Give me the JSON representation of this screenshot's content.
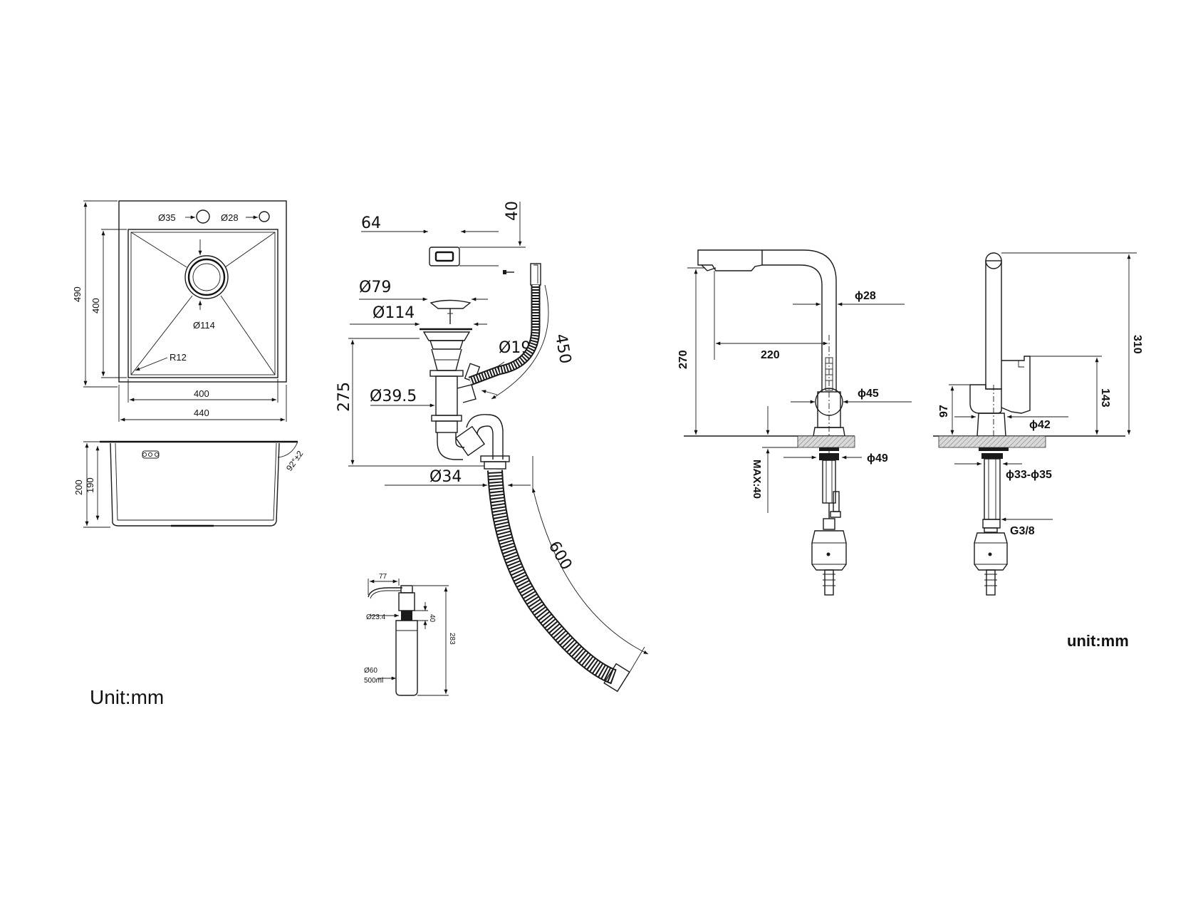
{
  "sink_top": {
    "hole_left": "Ø35",
    "hole_right": "Ø28",
    "drain": "Ø114",
    "radius": "R12",
    "overall_depth": "490",
    "inner_depth": "400",
    "inner_width": "400",
    "overall_width": "440"
  },
  "sink_side": {
    "height_outer": "200",
    "height_inner": "190",
    "angle": "92°±2"
  },
  "drain_kit": {
    "overflow_width": "64",
    "overflow_height": "40",
    "strainer_diameter": "Ø79",
    "basket_diameter": "Ø114",
    "overflow_pipe": "Ø19",
    "overflow_hose_length": "450",
    "tailpiece_height": "275",
    "tailpiece_diameter": "Ø39.5",
    "outlet_diameter": "Ø34",
    "drain_hose_length": "600"
  },
  "soap_dispenser": {
    "spout_reach": "77",
    "neck_diameter": "Ø23.4",
    "neck_height": "40",
    "total_height": "283",
    "bottle_diameter": "Ø60",
    "capacity": "500ml"
  },
  "unit_left": "Unit:mm",
  "faucet_front": {
    "spout_diameter": "ϕ28",
    "reach": "220",
    "height": "270",
    "body_diameter": "ϕ45",
    "base_diameter": "ϕ49",
    "max_thickness": "MAX:40"
  },
  "faucet_side": {
    "total_height": "310",
    "handle_height": "143",
    "body_height": "97",
    "body_diameter": "ϕ42",
    "hole_range": "ϕ33-ϕ35",
    "thread": "G3/8"
  },
  "unit_right": "unit:mm"
}
